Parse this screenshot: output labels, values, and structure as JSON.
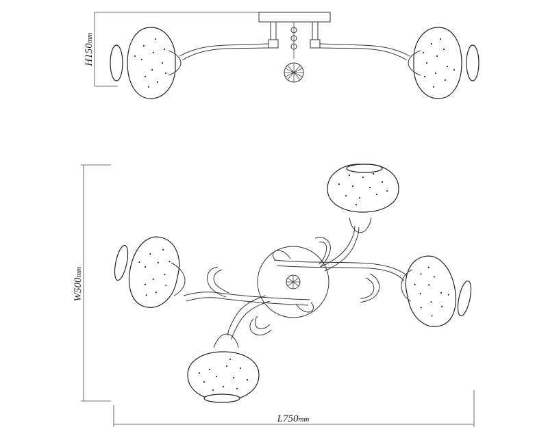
{
  "dimensions": {
    "height_label": "H150",
    "height_unit": "mm",
    "width_label": "W500",
    "width_unit": "mm",
    "length_label": "L750",
    "length_unit": "mm"
  }
}
